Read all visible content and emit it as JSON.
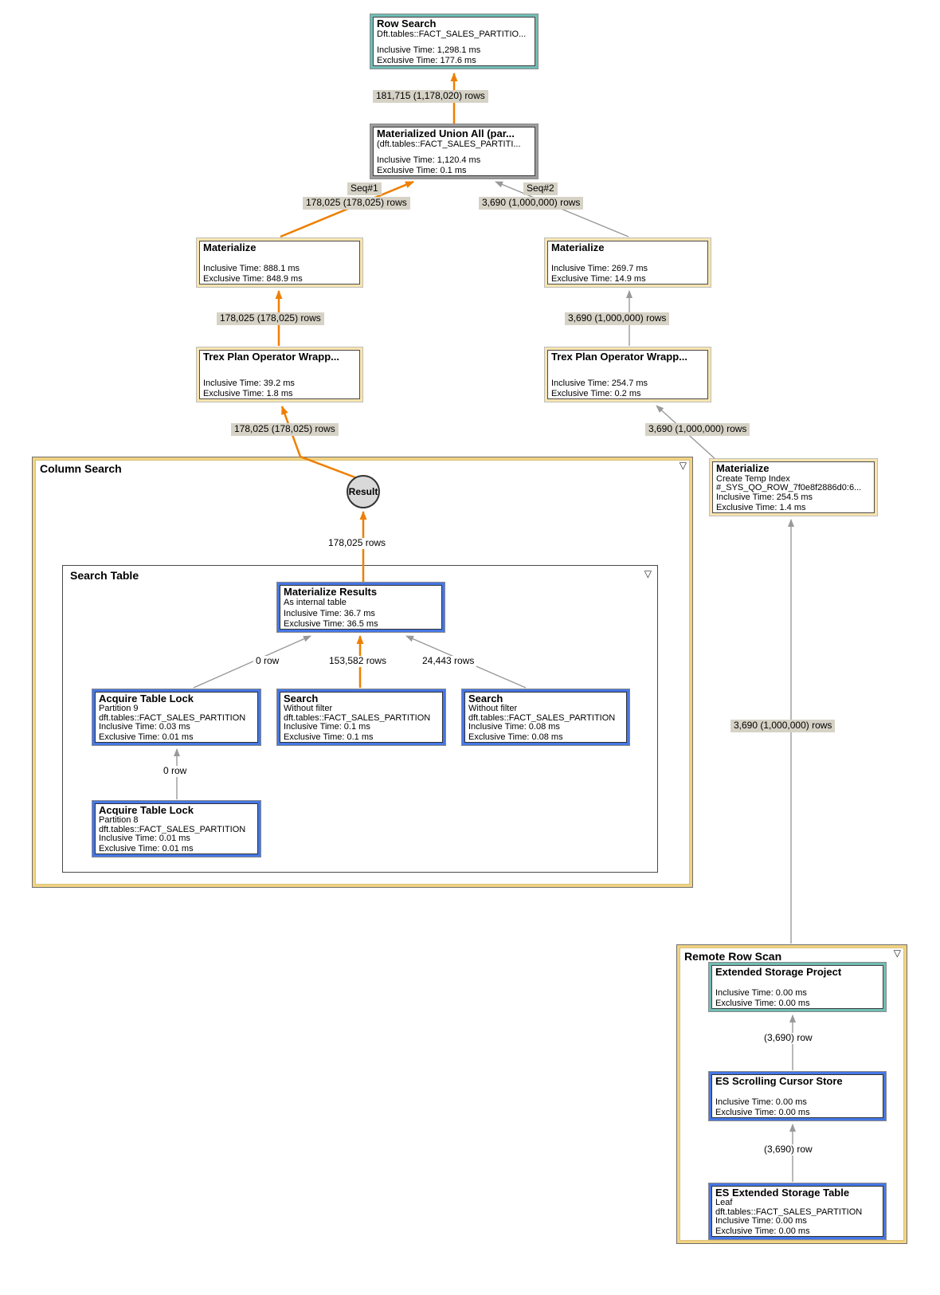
{
  "containers": {
    "column_search": {
      "label": "Column Search",
      "collapse_icon": "▽"
    },
    "search_table": {
      "label": "Search Table",
      "collapse_icon": "▽"
    },
    "remote_row_scan": {
      "label": "Remote Row Scan",
      "collapse_icon": "▽"
    }
  },
  "result_node": {
    "label": "Result"
  },
  "nodes": {
    "row_search": {
      "title": "Row Search",
      "desc": [
        "Dft.tables::FACT_SALES_PARTITIO..."
      ],
      "inclusive": "Inclusive Time: 1,298.1 ms",
      "exclusive": "Exclusive Time: 177.6 ms"
    },
    "mat_union_all": {
      "title": "Materialized Union All (par...",
      "desc": [
        "(dft.tables::FACT_SALES_PARTITI..."
      ],
      "inclusive": "Inclusive Time: 1,120.4 ms",
      "exclusive": "Exclusive Time: 0.1 ms"
    },
    "materialize_left": {
      "title": "Materialize",
      "inclusive": "Inclusive Time: 888.1 ms",
      "exclusive": "Exclusive Time: 848.9 ms"
    },
    "materialize_right": {
      "title": "Materialize",
      "inclusive": "Inclusive Time: 269.7 ms",
      "exclusive": "Exclusive Time: 14.9 ms"
    },
    "trex_left": {
      "title": "Trex Plan Operator Wrapp...",
      "inclusive": "Inclusive Time: 39.2 ms",
      "exclusive": "Exclusive Time: 1.8 ms"
    },
    "trex_right": {
      "title": "Trex Plan Operator Wrapp...",
      "inclusive": "Inclusive Time: 254.7 ms",
      "exclusive": "Exclusive Time: 0.2 ms"
    },
    "materialize_temp": {
      "title": "Materialize",
      "desc": [
        "Create Temp Index",
        "#_SYS_QO_ROW_7f0e8f2886d0:6..."
      ],
      "inclusive": "Inclusive Time: 254.5 ms",
      "exclusive": "Exclusive Time: 1.4 ms"
    },
    "mat_results": {
      "title": "Materialize Results",
      "desc": [
        "As internal table"
      ],
      "inclusive": "Inclusive Time: 36.7 ms",
      "exclusive": "Exclusive Time: 36.5 ms"
    },
    "lock9": {
      "title": "Acquire Table Lock",
      "desc": [
        "Partition 9",
        "dft.tables::FACT_SALES_PARTITION"
      ],
      "inclusive": "Inclusive Time: 0.03 ms",
      "exclusive": "Exclusive Time: 0.01 ms"
    },
    "search_mid": {
      "title": "Search",
      "desc": [
        "Without filter",
        "dft.tables::FACT_SALES_PARTITION"
      ],
      "inclusive": "Inclusive Time: 0.1 ms",
      "exclusive": "Exclusive Time: 0.1 ms"
    },
    "search_right": {
      "title": "Search",
      "desc": [
        "Without filter",
        "dft.tables::FACT_SALES_PARTITION"
      ],
      "inclusive": "Inclusive Time: 0.08 ms",
      "exclusive": "Exclusive Time: 0.08 ms"
    },
    "lock8": {
      "title": "Acquire Table Lock",
      "desc": [
        "Partition 8",
        "dft.tables::FACT_SALES_PARTITION"
      ],
      "inclusive": "Inclusive Time: 0.01 ms",
      "exclusive": "Exclusive Time: 0.01 ms"
    },
    "es_project": {
      "title": "Extended Storage Project",
      "inclusive": "Inclusive Time: 0.00 ms",
      "exclusive": "Exclusive Time: 0.00 ms"
    },
    "es_cursor": {
      "title": "ES Scrolling Cursor Store",
      "inclusive": "Inclusive Time: 0.00 ms",
      "exclusive": "Exclusive Time: 0.00 ms"
    },
    "es_table": {
      "title": "ES Extended Storage Table",
      "desc": [
        "Leaf",
        "dft.tables::FACT_SALES_PARTITION"
      ],
      "inclusive": "Inclusive Time: 0.00 ms",
      "exclusive": "Exclusive Time: 0.00 ms"
    }
  },
  "edge_labels": {
    "to_row_search": "181,715 (1,178,020) rows",
    "seq1": "Seq#1",
    "seq1_rows": "178,025 (178,025) rows",
    "seq2": "Seq#2",
    "seq2_rows": "3,690 (1,000,000) rows",
    "mat_left_in": "178,025 (178,025) rows",
    "mat_right_in": "3,690 (1,000,000) rows",
    "trex_left_in": "178,025 (178,025) rows",
    "trex_right_in": "3,690 (1,000,000) rows",
    "result_in": "178,025 rows",
    "lock9_to_results": "0 row",
    "search_mid_to_results": "153,582 rows",
    "search_right_to_results": "24,443 rows",
    "lock8_to_lock9": "0 row",
    "remote_to_materialize": "3,690 (1,000,000) rows",
    "es_project_in": "(3,690) row",
    "es_cursor_in": "(3,690) row"
  },
  "colors": {
    "edge_orange": "#EE7F00",
    "edge_gray": "#999999",
    "label_bg": "#D6D2C6",
    "node_blue": "#4577E6",
    "node_teal": "#6FBDB5",
    "node_gold": "#F8E5AE",
    "container_gold": "#F2D382"
  }
}
